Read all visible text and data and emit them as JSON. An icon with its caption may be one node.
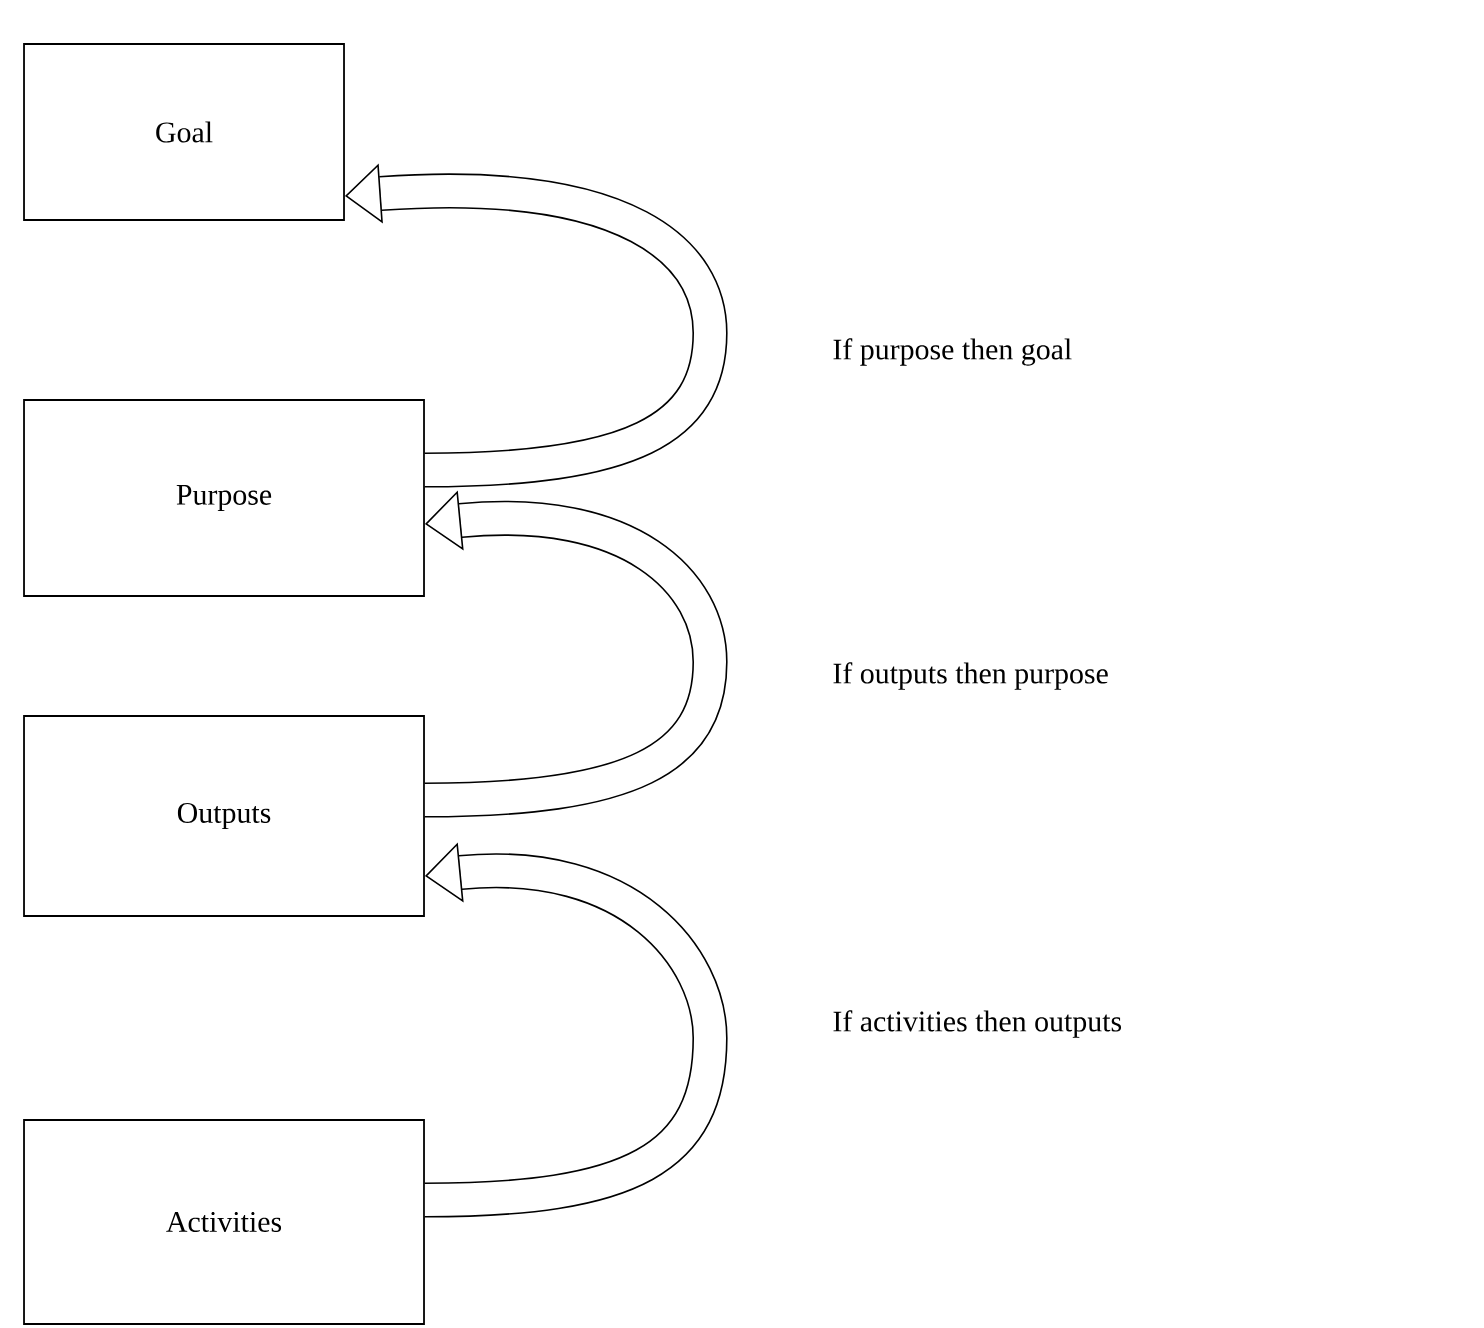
{
  "diagram": {
    "nodes": [
      {
        "text": [
          "Goal"
        ]
      },
      {
        "text": [
          "Purpose"
        ]
      },
      {
        "text": [
          "Outputs"
        ]
      },
      {
        "text": [
          "Activities"
        ]
      }
    ],
    "edges": [
      {
        "from": 1,
        "to": 0,
        "arrow": "to",
        "label": "If purpose then goal"
      },
      {
        "from": 2,
        "to": 1,
        "arrow": "to",
        "label": "If outputs then purpose"
      },
      {
        "from": 3,
        "to": 2,
        "arrow": "to",
        "label": "If activities then outputs"
      }
    ]
  }
}
